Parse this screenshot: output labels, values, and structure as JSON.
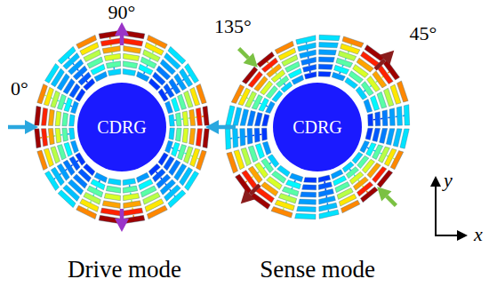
{
  "diagram": {
    "nodes": [
      {
        "text": [
          "CDRG"
        ]
      },
      {
        "text": [
          "CDRG"
        ]
      }
    ],
    "labels": [
      "90°",
      "0°",
      "135°",
      "45°",
      "Drive mode",
      "Sense mode",
      "y",
      "x"
    ]
  }
}
